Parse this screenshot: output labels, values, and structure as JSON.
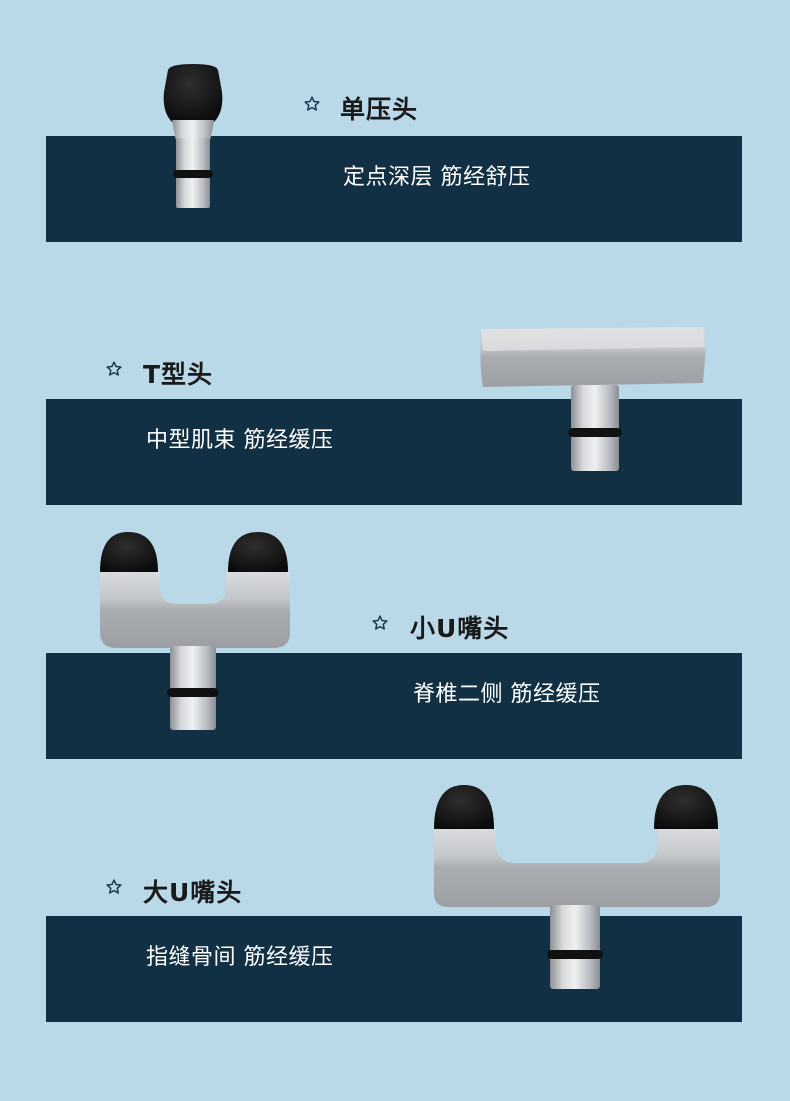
{
  "colors": {
    "background": "#b9d8e8",
    "band": "#123043",
    "title": "#1a1a1a",
    "description": "#ffffff",
    "star": "#1e3a4f"
  },
  "sections": [
    {
      "icon": "star-outline-icon",
      "title": "单压头",
      "description": "定点深层 筋经舒压",
      "product": "single-pressure-head"
    },
    {
      "icon": "star-outline-icon",
      "title": "T型头",
      "description": "中型肌束 筋经缓压",
      "product": "t-shaped-head"
    },
    {
      "icon": "star-outline-icon",
      "title": "小U嘴头",
      "description": "脊椎二侧 筋经缓压",
      "product": "small-u-head"
    },
    {
      "icon": "star-outline-icon",
      "title": "大U嘴头",
      "description": "指缝骨间 筋经缓压",
      "product": "large-u-head"
    }
  ]
}
